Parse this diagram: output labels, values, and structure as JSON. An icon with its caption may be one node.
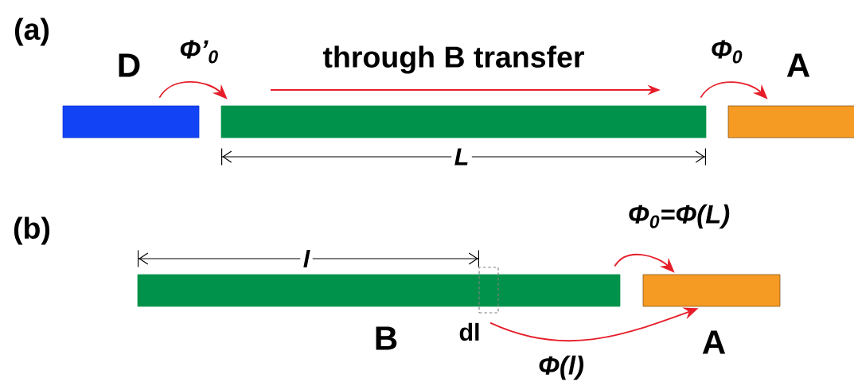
{
  "diagram": {
    "nodes": [
      {
        "text": [],
        "shape": "bar",
        "beside": [
          "D"
        ]
      },
      {
        "text": [],
        "shape": "bar"
      },
      {
        "text": [],
        "shape": "bar",
        "beside": [
          "A"
        ]
      },
      {
        "text": [],
        "shape": "bar",
        "beside": [
          "B"
        ]
      },
      {
        "text": [],
        "shape": "box",
        "beside": [
          "dl"
        ]
      },
      {
        "text": [],
        "shape": "bar",
        "beside": [
          "A"
        ]
      }
    ],
    "edges": [
      {
        "from": 0,
        "to": 1,
        "arrow": "to",
        "label": "*Φ’*$_{0}$"
      },
      {
        "from": 1,
        "to": 2,
        "arrow": "to",
        "label": "*Φ*$_{0}$"
      },
      {
        "from": 3,
        "to": 5,
        "arrow": "to",
        "label": "*Φ*$_{0}$*=Φ(L)*"
      },
      {
        "from": 4,
        "to": 5,
        "arrow": "to",
        "label": "*Φ(l)*"
      }
    ],
    "labels": [
      "(a)",
      "through B transfer",
      "L",
      "(b)",
      "l"
    ]
  }
}
